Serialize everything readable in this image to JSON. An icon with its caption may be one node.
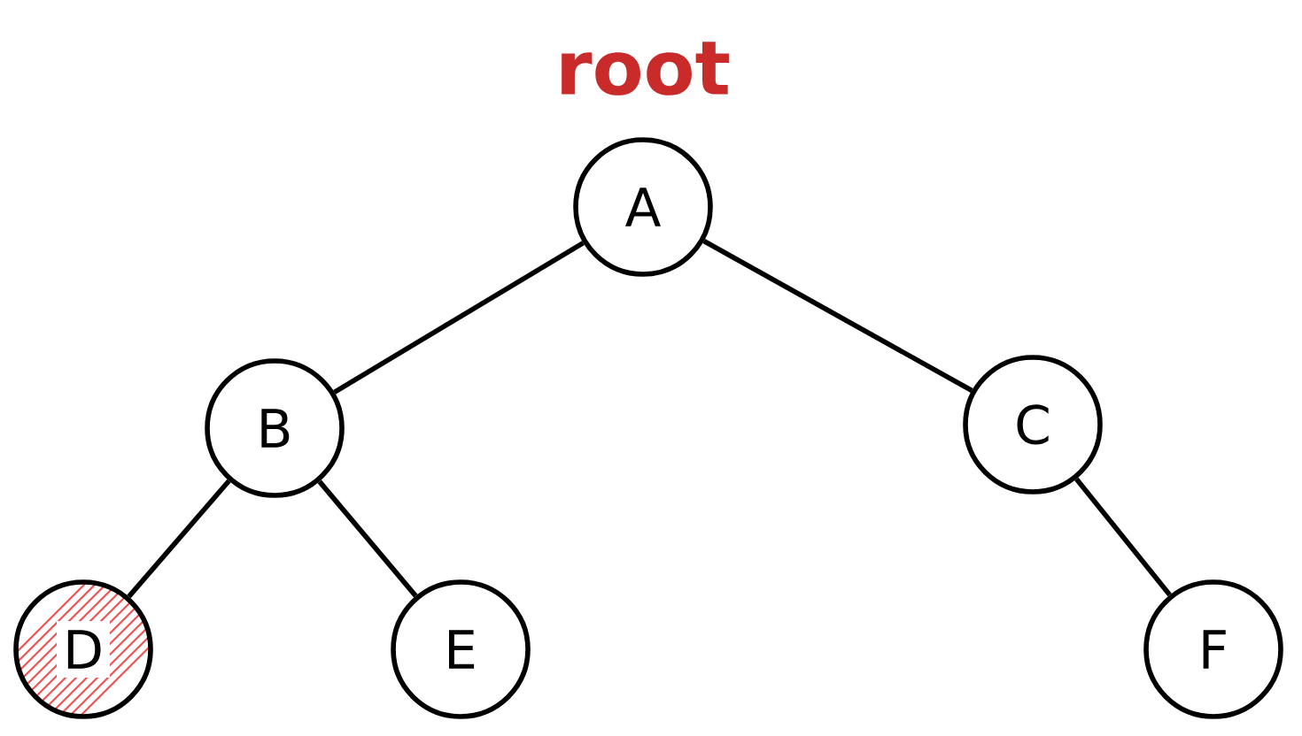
{
  "diagram": {
    "nodes": [
      {
        "text": [
          "A"
        ],
        "beside": [
          "root"
        ]
      },
      {
        "text": [
          "B"
        ]
      },
      {
        "text": [
          "C"
        ]
      },
      {
        "text": [
          "D"
        ]
      },
      {
        "text": [
          "E"
        ]
      },
      {
        "text": [
          "F"
        ]
      }
    ],
    "edges": [
      {
        "from": 0,
        "to": 1,
        "arrow": "none"
      },
      {
        "from": 0,
        "to": 2,
        "arrow": "none"
      },
      {
        "from": 1,
        "to": 3,
        "arrow": "none"
      },
      {
        "from": 1,
        "to": 4,
        "arrow": "none"
      },
      {
        "from": 2,
        "to": 5,
        "arrow": "none"
      }
    ]
  }
}
